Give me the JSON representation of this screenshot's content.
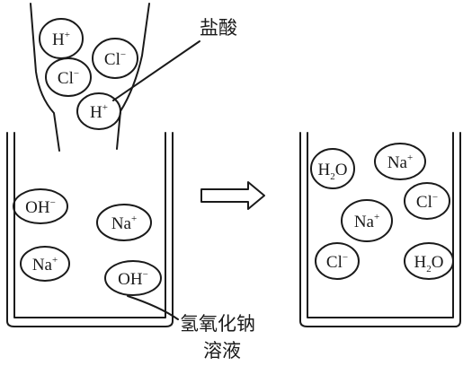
{
  "labels": {
    "acid": "盐酸",
    "base_line1": "氢氧化钠",
    "base_line2": "溶液"
  },
  "ions": {
    "h": "H",
    "cl": "Cl",
    "oh": "OH",
    "na": "Na",
    "water_h": "H",
    "water_2": "2",
    "water_o": "O",
    "plus": "+",
    "minus": "−"
  },
  "colors": {
    "stroke": "#1a1a1a",
    "background": "#ffffff"
  }
}
